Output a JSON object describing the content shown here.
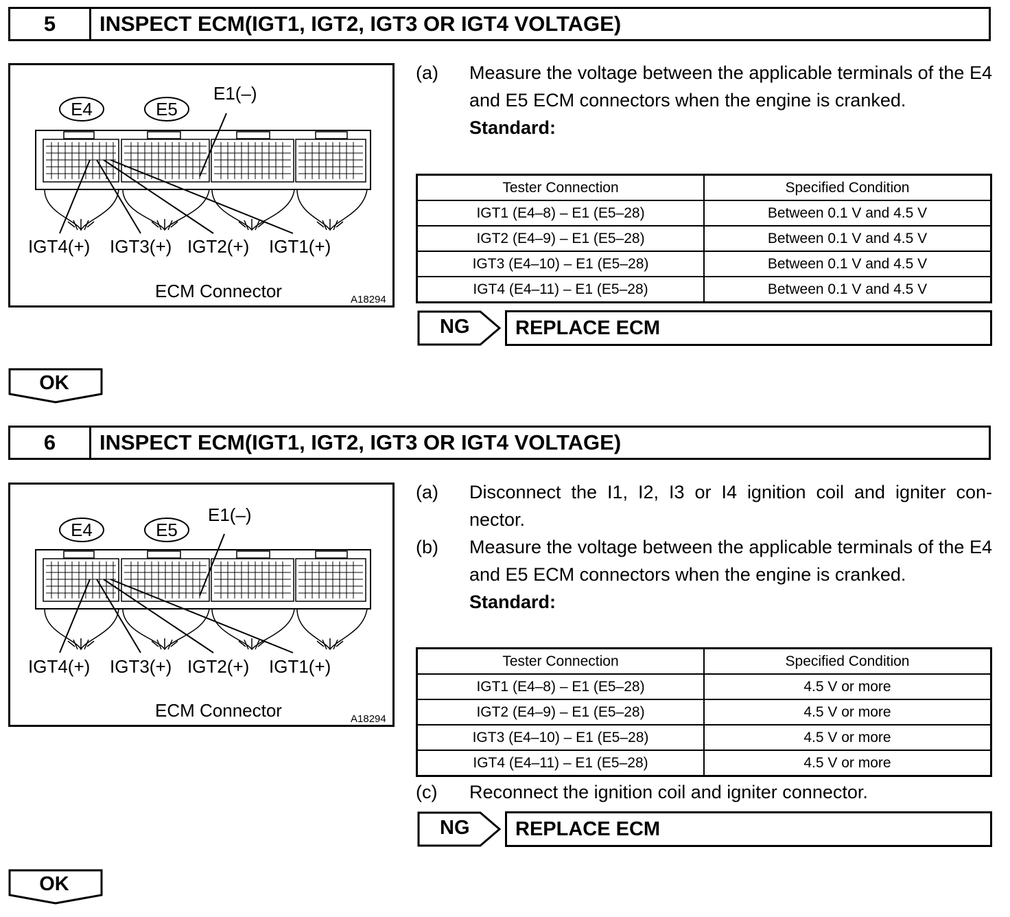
{
  "sections": [
    {
      "number": "5",
      "title": "INSPECT ECM(IGT1, IGT2, IGT3 OR IGT4 VOLTAGE)",
      "figure": {
        "connector_labels": [
          "E4",
          "E5",
          "E1(–)"
        ],
        "pin_labels": [
          "IGT4(+)",
          "IGT3(+)",
          "IGT2(+)",
          "IGT1(+)"
        ],
        "caption": "ECM Connector",
        "code": "A18294"
      },
      "steps": [
        {
          "label": "(a)",
          "text": "Measure the voltage between the applicable terminals of the E4 and E5 ECM connectors when the engine is cranked."
        }
      ],
      "standard_label": "Standard:",
      "table": {
        "headers": [
          "Tester Connection",
          "Specified Condition"
        ],
        "rows": [
          [
            "IGT1 (E4–8) – E1 (E5–28)",
            "Between 0.1 V and 4.5 V"
          ],
          [
            "IGT2 (E4–9) – E1 (E5–28)",
            "Between 0.1 V and 4.5 V"
          ],
          [
            "IGT3 (E4–10) – E1 (E5–28)",
            "Between 0.1 V and 4.5 V"
          ],
          [
            "IGT4 (E4–11) – E1 (E5–28)",
            "Between 0.1 V and 4.5 V"
          ]
        ]
      },
      "after_steps": [],
      "ng_label": "NG",
      "ng_action": "REPLACE ECM",
      "ok_label": "OK"
    },
    {
      "number": "6",
      "title": "INSPECT ECM(IGT1, IGT2, IGT3 OR IGT4 VOLTAGE)",
      "figure": {
        "connector_labels": [
          "E4",
          "E5",
          "E1(–)"
        ],
        "pin_labels": [
          "IGT4(+)",
          "IGT3(+)",
          "IGT2(+)",
          "IGT1(+)"
        ],
        "caption": "ECM Connector",
        "code": "A18294"
      },
      "steps": [
        {
          "label": "(a)",
          "text": "Disconnect the I1, I2, I3 or I4 ignition coil and igniter con- nector."
        },
        {
          "label": "(b)",
          "text": "Measure the voltage between the applicable terminals of the E4 and E5 ECM connectors when the engine is cranked."
        }
      ],
      "standard_label": "Standard:",
      "table": {
        "headers": [
          "Tester Connection",
          "Specified Condition"
        ],
        "rows": [
          [
            "IGT1 (E4–8) – E1 (E5–28)",
            "4.5 V or more"
          ],
          [
            "IGT2 (E4–9) – E1 (E5–28)",
            "4.5 V or more"
          ],
          [
            "IGT3 (E4–10) – E1 (E5–28)",
            "4.5 V or more"
          ],
          [
            "IGT4 (E4–11) – E1 (E5–28)",
            "4.5 V or more"
          ]
        ]
      },
      "after_steps": [
        {
          "label": "(c)",
          "text": "Reconnect the ignition coil and igniter connector."
        }
      ],
      "ng_label": "NG",
      "ng_action": "REPLACE ECM",
      "ok_label": "OK"
    }
  ]
}
